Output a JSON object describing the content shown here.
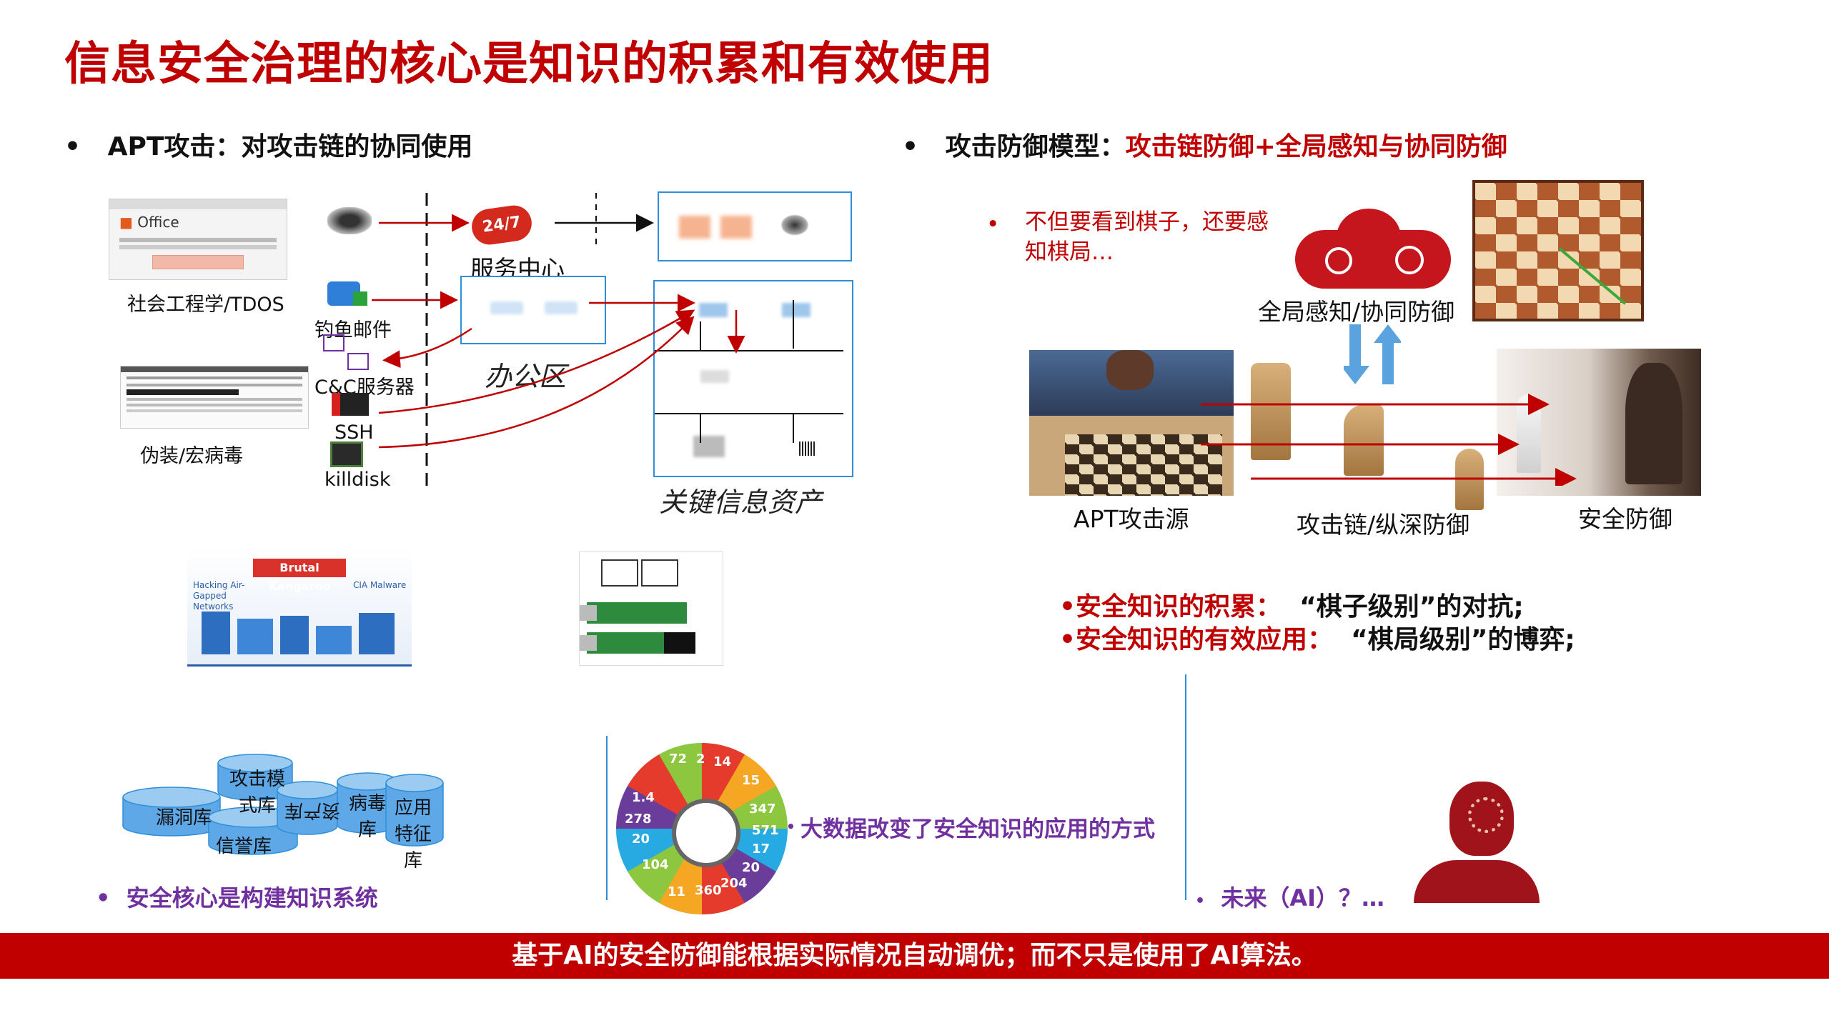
{
  "title": "信息安全治理的核心是知识的积累和有效使用",
  "left": {
    "heading": "APT攻击：对攻击链的协同使用",
    "labels": {
      "social": "社会工程学/TDOS",
      "phishing": "钓鱼邮件",
      "cc": "C&C服务器",
      "ssh": "SSH",
      "killdisk": "killdisk",
      "disguise": "伪装/宏病毒",
      "service": "服务中心",
      "service_badge": "24/7",
      "office": "办公区",
      "assets": "关键信息资产",
      "office_logo": "Office",
      "kangaroo_title": "Brutal Kangaroo",
      "kangaroo_left": "Hacking Air-Gapped Networks",
      "kangaroo_right": "CIA Malware"
    },
    "cylinders": [
      "漏洞库",
      "攻击模式库",
      "信誉库",
      "资产库",
      "病毒库",
      "应用特征库"
    ],
    "bullet_knowledge": "安全核心是构建知识系统",
    "bullet_bigdata": "大数据改变了安全知识的应用的方式",
    "wheel_numbers": [
      "72",
      "2",
      "14",
      "15",
      "347",
      "571",
      "17",
      "20",
      "204",
      "360",
      "11",
      "104",
      "20",
      "278",
      "1.4"
    ]
  },
  "right": {
    "heading_prefix": "攻击防御模型：",
    "heading_red": "攻击链防御+全局感知与协同防御",
    "note": "不但要看到棋子，还要感知棋局…",
    "global": "全局感知/协同防御",
    "apt_source": "APT攻击源",
    "chain": "攻击链/纵深防御",
    "defense": "安全防御",
    "point1_red": "•安全知识的积累：",
    "point1_black": "“棋子级别”的对抗;",
    "point2_red": "•安全知识的有效应用：",
    "point2_black": "“棋局级别”的博弈;",
    "future": "未来（AI）？…"
  },
  "bottom": "基于AI的安全防御能根据实际情况自动调优；而不只是使用了AI算法。",
  "colors": {
    "accent": "#c00000",
    "blue": "#2e8fd8",
    "purple": "#7030a0"
  }
}
